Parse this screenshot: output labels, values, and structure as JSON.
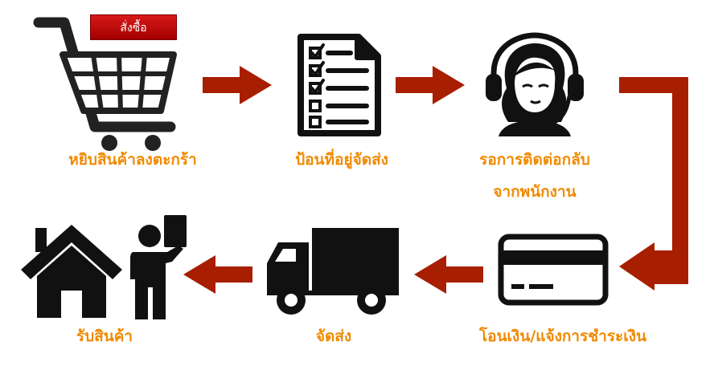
{
  "steps": {
    "cart": {
      "label": "หยิบสินค้าลงตะกร้า",
      "button": "สั่งซื้อ"
    },
    "address": {
      "label": "ป้อนที่อยู่จัดส่ง"
    },
    "callback": {
      "label_line1": "รอการติดต่อกลับ",
      "label_line2": "จากพนักงาน"
    },
    "payment": {
      "label": "โอนเงิน/แจ้งการชำระเงิน"
    },
    "shipping": {
      "label": "จัดส่ง"
    },
    "receive": {
      "label": "รับสินค้า"
    }
  },
  "colors": {
    "label": "#f08a00",
    "arrow": "#a81e00",
    "icon": "#111111",
    "button": "#c40000"
  },
  "icons": [
    "shopping-cart-icon",
    "checklist-document-icon",
    "call-center-agent-icon",
    "credit-card-icon",
    "delivery-truck-icon",
    "house-icon",
    "person-with-package-icon"
  ]
}
